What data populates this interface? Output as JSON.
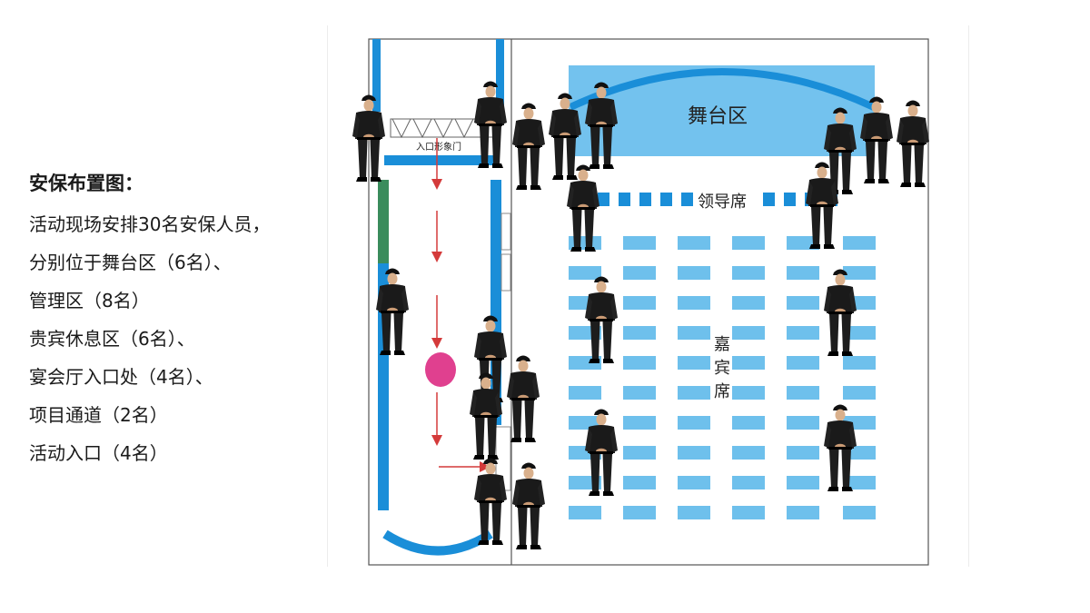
{
  "legend": {
    "title": "安保布置图：",
    "lines": [
      "活动现场安排30名安保人员，",
      "分别位于舞台区（6名）、",
      "管理区（8名）",
      "贵宾休息区（6名）、",
      "宴会厅入口处（4名）、",
      "项目通道（2名）",
      "活动入口（4名）"
    ]
  },
  "plan": {
    "stage_label": "舞台区",
    "leader_label": "领导席",
    "guest_label": [
      "嘉",
      "宾",
      "席"
    ],
    "gate_label": "入口形象门"
  },
  "colors": {
    "wall_blue": "#1a8ed8",
    "seat_blue": "#6ec0ec",
    "stage_blue": "#73c2ee",
    "green_panel": "#3a8c5c",
    "arrow_red": "#d43a3a",
    "marker_pink": "#e0408f",
    "guard_black": "#1a1a1a"
  },
  "icons": {
    "guard": "security-guard-icon",
    "marker": "position-marker-icon",
    "arrow": "flow-arrow-icon"
  }
}
